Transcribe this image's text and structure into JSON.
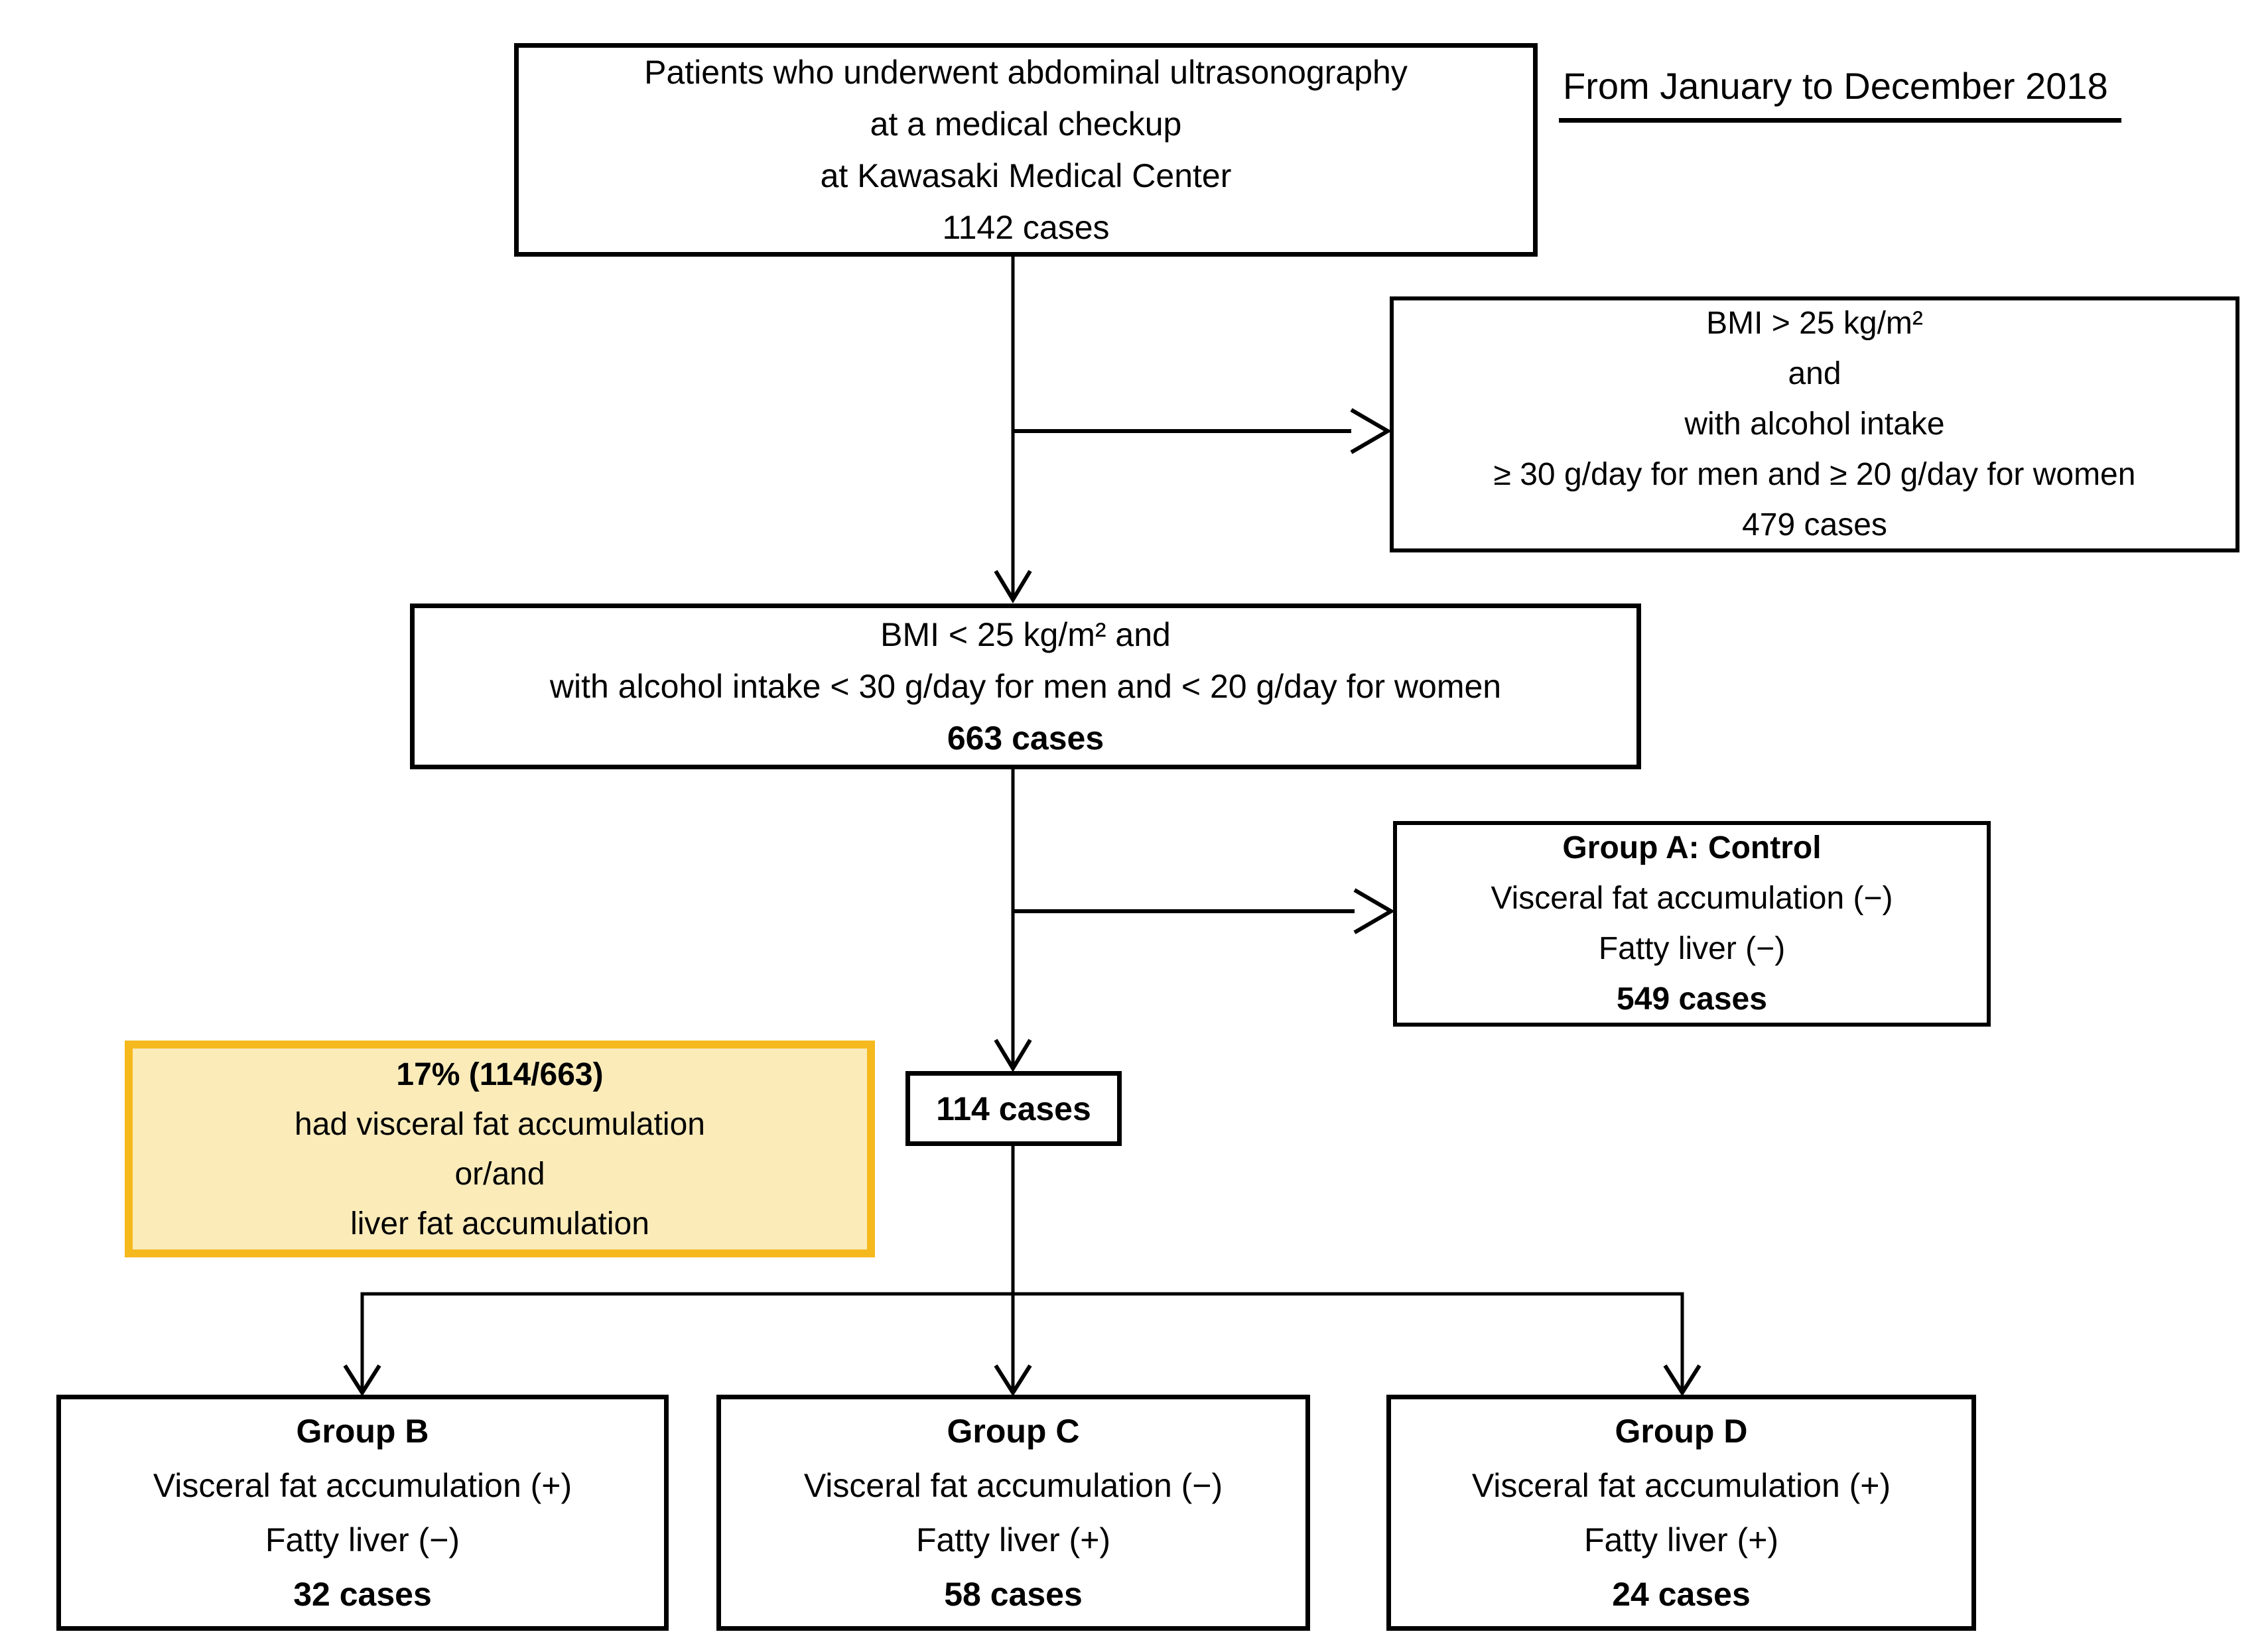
{
  "annotation": {
    "date_range": "From January to December 2018"
  },
  "flow": {
    "source": {
      "line1": "Patients who underwent abdominal ultrasonography",
      "line2": "at a medical checkup",
      "line3": "at Kawasaki Medical Center",
      "line4": "1142 cases"
    },
    "excluded": {
      "line1": "BMI > 25 kg/m²",
      "line2": "and",
      "line3": "with alcohol intake",
      "line4": "≥ 30 g/day for men and ≥ 20 g/day for women",
      "line5": "479 cases"
    },
    "included": {
      "line1": "BMI < 25 kg/m² and",
      "line2": "with alcohol intake < 30 g/day for men and < 20 g/day for women",
      "line3": "663 cases"
    },
    "group_a": {
      "line1": "Group A: Control",
      "line2": "Visceral fat accumulation (−)",
      "line3": "Fatty liver (−)",
      "line4": "549 cases"
    },
    "highlight": {
      "line1": "17% (114/663)",
      "line2": "had visceral fat accumulation",
      "line3": "or/and",
      "line4": "liver fat accumulation"
    },
    "selected": {
      "line1": "114 cases"
    },
    "group_b": {
      "line1": "Group B",
      "line2": "Visceral fat accumulation (+)",
      "line3": "Fatty liver (−)",
      "line4": "32 cases"
    },
    "group_c": {
      "line1": "Group C",
      "line2": "Visceral fat accumulation (−)",
      "line3": "Fatty liver (+)",
      "line4": "58 cases"
    },
    "group_d": {
      "line1": "Group D",
      "line2": "Visceral fat accumulation (+)",
      "line3": "Fatty liver (+)",
      "line4": "24 cases"
    }
  },
  "colors": {
    "ink": "#000000",
    "highlight_fill": "#FAEBB9",
    "highlight_border": "#F5B91E"
  }
}
